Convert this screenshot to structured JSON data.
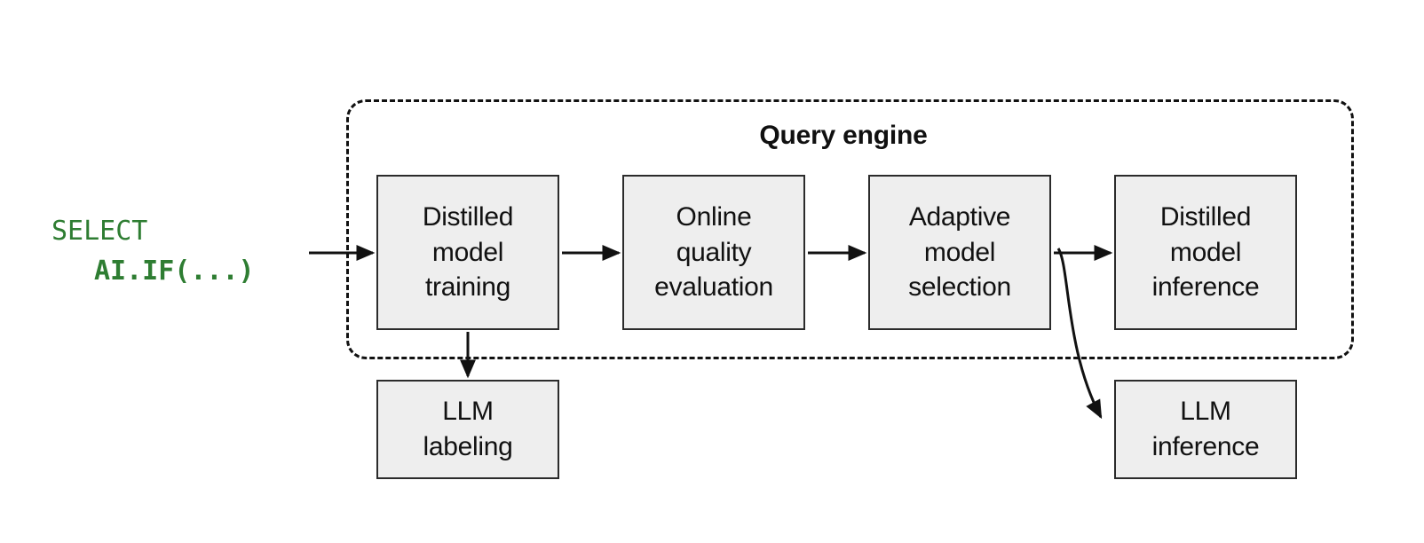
{
  "diagram": {
    "title": "Query engine",
    "query": {
      "line1": "SELECT",
      "line2": "AI.IF(...)",
      "color": "#2e7d32"
    },
    "nodes": [
      {
        "id": "distilled-model-training",
        "label": "Distilled\nmodel\ntraining"
      },
      {
        "id": "online-quality-evaluation",
        "label": "Online\nquality\nevaluation"
      },
      {
        "id": "adaptive-model-selection",
        "label": "Adaptive\nmodel\nselection"
      },
      {
        "id": "distilled-model-inference",
        "label": "Distilled\nmodel\ninference"
      },
      {
        "id": "llm-labeling",
        "label": "LLM\nlabeling"
      },
      {
        "id": "llm-inference",
        "label": "LLM\ninference"
      }
    ],
    "edges": [
      {
        "from": "query",
        "to": "distilled-model-training",
        "style": "straight"
      },
      {
        "from": "distilled-model-training",
        "to": "online-quality-evaluation",
        "style": "straight"
      },
      {
        "from": "online-quality-evaluation",
        "to": "adaptive-model-selection",
        "style": "straight"
      },
      {
        "from": "adaptive-model-selection",
        "to": "distilled-model-inference",
        "style": "straight"
      },
      {
        "from": "distilled-model-training",
        "to": "llm-labeling",
        "style": "straight"
      },
      {
        "from": "adaptive-model-selection",
        "to": "llm-inference",
        "style": "curved"
      }
    ],
    "colors": {
      "node_fill": "#eeeeee",
      "node_border": "#2b2b2b",
      "container_border": "#111111",
      "text": "#111111",
      "accent": "#2e7d32"
    }
  }
}
